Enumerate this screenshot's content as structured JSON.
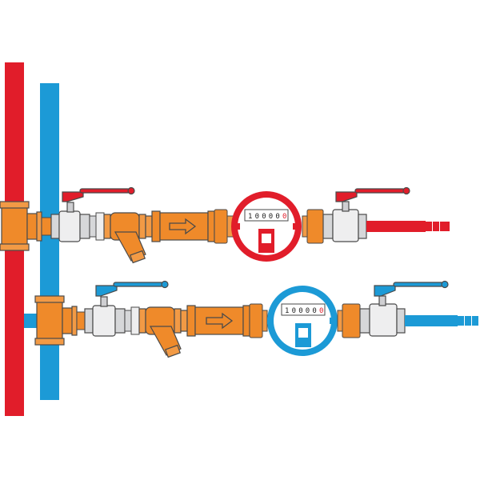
{
  "colors": {
    "hot": "#e11d2a",
    "cold": "#1c9ad6",
    "brass": "#ef8a2a",
    "brass_dark": "#b5651d",
    "chrome": "#e2e3e5",
    "outline": "#4a4a4a"
  },
  "meters": [
    {
      "line": "hot",
      "digits": [
        "1",
        "0",
        "0",
        "0",
        "0",
        "0"
      ],
      "digit_colors": [
        "#222222",
        "#222222",
        "#222222",
        "#222222",
        "#222222",
        "#e11d2a"
      ]
    },
    {
      "line": "cold",
      "digits": [
        "1",
        "0",
        "0",
        "0",
        "0",
        "0"
      ],
      "digit_colors": [
        "#222222",
        "#222222",
        "#222222",
        "#222222",
        "#222222",
        "#e11d2a"
      ]
    }
  ],
  "icons": {
    "valve_handle": "lever-handle-icon",
    "flow_arrow": "flow-direction-arrow-icon"
  }
}
